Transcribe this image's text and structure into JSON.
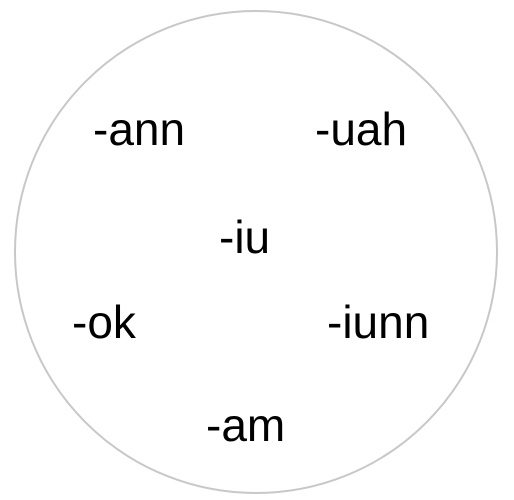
{
  "circle": {
    "border_color": "#c8c8c8",
    "text_color": "#000000"
  },
  "suffixes": [
    "-ann",
    "-uah",
    "-iu",
    "-ok",
    "-iunn",
    "-am"
  ]
}
